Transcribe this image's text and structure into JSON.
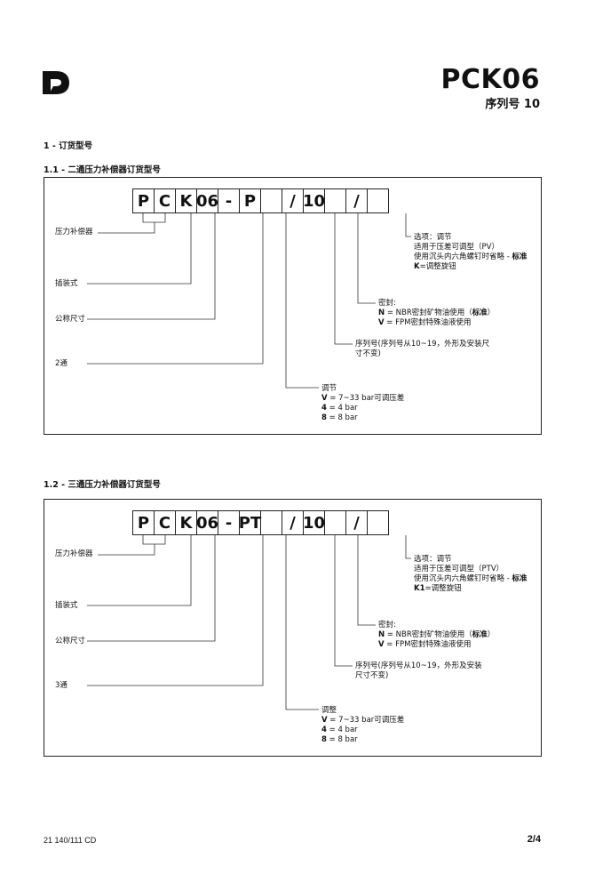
{
  "header": {
    "title": "PCK06",
    "subtitle": "序列号 10"
  },
  "section_main": "1 - 订货型号",
  "diagrams": [
    {
      "heading": "1.1 - 二通压力补偿器订货型号",
      "cells": [
        "P",
        "C",
        "K",
        "06",
        "-",
        "P",
        "",
        "/",
        "10",
        "",
        "/",
        ""
      ],
      "labels": {
        "compensator": "压力补偿器",
        "mounting": "插装式",
        "size": "公称尺寸",
        "ways": "2通",
        "options_title": "选项：调节",
        "options_line1": "适用于压差可调型（PV）",
        "options_line2a": "使用沉头内六角螺钉时省略 - ",
        "options_line2b": "标准",
        "options_line3a": "K",
        "options_line3b": "=调整旋钮",
        "seal_title": "密封:",
        "seal_n_code": "N",
        "seal_n_text": " = NBR密封矿物油使用（",
        "seal_n_std": "标准",
        "seal_n_end": "）",
        "seal_v_code": "V",
        "seal_v_text": " = FPM密封特殊油液使用",
        "series_line1": "序列号(序列号从10~19，外形及安装尺",
        "series_line2": "寸不变)",
        "adj_title": "调节",
        "adj_v_code": "V",
        "adj_v_text": " = 7~33 bar可调压差",
        "adj_4_code": "4",
        "adj_4_text": "  = 4 bar",
        "adj_8_code": "8",
        "adj_8_text": " = 8 bar"
      }
    },
    {
      "heading": "1.2 - 三通压力补偿器订货型号",
      "cells": [
        "P",
        "C",
        "K",
        "06",
        "-",
        "PT",
        "",
        "/",
        "10",
        "",
        "/",
        ""
      ],
      "labels": {
        "compensator": "压力补偿器",
        "mounting": "插装式",
        "size": "公称尺寸",
        "ways": "3通",
        "options_title": "选项：调节",
        "options_line1": "适用于压差可调型（PTV）",
        "options_line2a": "使用沉头内六角螺钉时省略 - ",
        "options_line2b": "标准",
        "options_line3a": "K1",
        "options_line3b": "=调整旋钮",
        "seal_title": "密封:",
        "seal_n_code": "N",
        "seal_n_text": " = NBR密封矿物油使用（",
        "seal_n_std": "标准",
        "seal_n_end": "）",
        "seal_v_code": "V",
        "seal_v_text": " = FPM密封特殊油液使用",
        "series_line1": "序列号(序列号从10~19，外形及安装",
        "series_line2": "尺寸不变)",
        "adj_title": "调整",
        "adj_v_code": "V",
        "adj_v_text": " = 7~33 bar可调压差",
        "adj_4_code": "4",
        "adj_4_text": "  = 4 bar",
        "adj_8_code": "8",
        "adj_8_text": " = 8 bar"
      }
    }
  ],
  "footer": {
    "doc_code": "21 140/111 CD",
    "page": "2/4"
  }
}
